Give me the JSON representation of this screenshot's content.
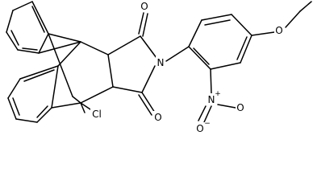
{
  "structure": {
    "atoms": {
      "oxygen_top": "O",
      "oxygen_bottom": "O",
      "nitrogen_ring": "N",
      "chlorine": "Cl",
      "oxygen_ether": "O",
      "nitro_nitrogen": "N",
      "nitro_plus": "+",
      "nitro_oxygen_upper": "O",
      "nitro_oxygen_lower": "O",
      "nitro_minus": "−"
    }
  }
}
